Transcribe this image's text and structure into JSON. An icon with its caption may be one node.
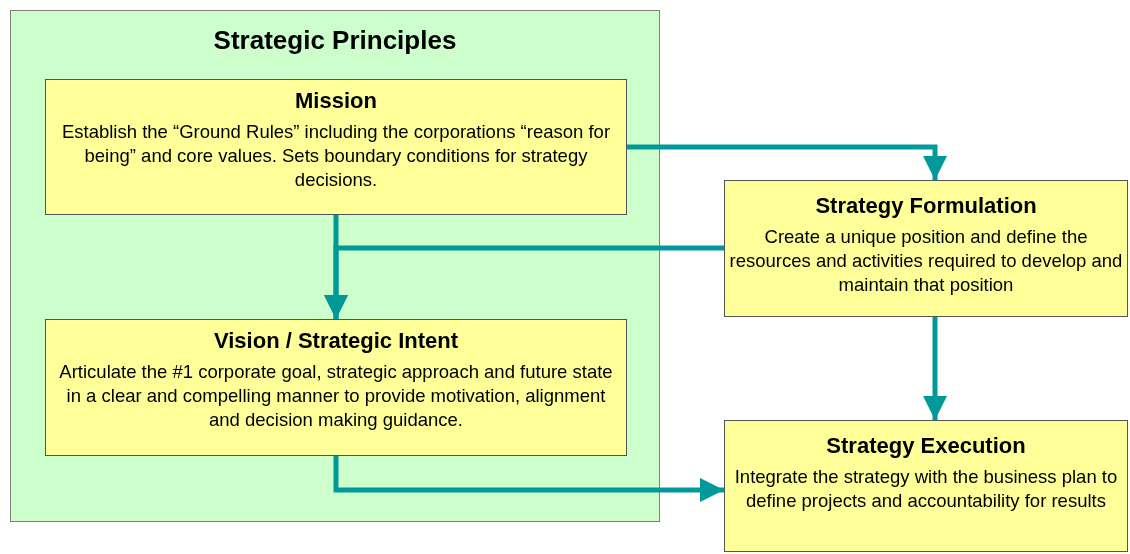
{
  "diagram": {
    "nodes": [
      {
        "text": [
          "Strategic Principles"
        ]
      },
      {
        "text": [
          "Mission",
          "Establish the “Ground Rules” including the corporations “reason for being” and core values.  Sets boundary conditions for strategy decisions."
        ],
        "in": 0
      },
      {
        "text": [
          "Vision / Strategic Intent",
          "Articulate the #1 corporate goal, strategic approach and future state in a  clear and compelling manner to provide motivation, alignment and decision making guidance."
        ],
        "in": 0
      },
      {
        "text": [
          "Strategy Formulation",
          "Create a unique position and define the resources and activities required to develop and maintain that position"
        ]
      },
      {
        "text": [
          "Strategy Execution",
          "Integrate the strategy with the business plan to define projects and accountability for results"
        ]
      }
    ],
    "edges": [
      {
        "from": 1,
        "to": 3,
        "arrow": "to"
      },
      {
        "from": 1,
        "to": 2,
        "arrow": "to"
      },
      {
        "from": 3,
        "to": 2,
        "arrow": "to"
      },
      {
        "from": 3,
        "to": 4,
        "arrow": "to"
      },
      {
        "from": 2,
        "to": 4,
        "arrow": "to"
      }
    ]
  }
}
